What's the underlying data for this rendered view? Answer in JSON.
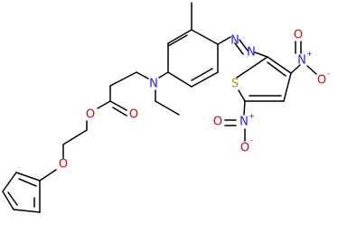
{
  "colors": {
    "bond": "#000000",
    "O": "#e8000a",
    "N": "#1d1dff",
    "S": "#b0a000",
    "background": "#ffffff"
  },
  "atoms": {
    "azo_n1": {
      "label": "N",
      "charge": ""
    },
    "azo_n2": {
      "label": "N",
      "charge": ""
    },
    "amine_n": {
      "label": "N",
      "charge": ""
    },
    "thiophene_s": {
      "label": "S",
      "charge": ""
    },
    "nitro1_n": {
      "label": "N",
      "charge": "+"
    },
    "nitro1_o1": {
      "label": "O",
      "charge": ""
    },
    "nitro1_o2": {
      "label": "O",
      "charge": "-"
    },
    "nitro2_n": {
      "label": "N",
      "charge": "+"
    },
    "nitro2_o1": {
      "label": "O",
      "charge": ""
    },
    "nitro2_o2": {
      "label": "O",
      "charge": "-"
    },
    "ester_o_carbonyl": {
      "label": "O",
      "charge": ""
    },
    "ester_o_link": {
      "label": "O",
      "charge": ""
    },
    "ether_o": {
      "label": "O",
      "charge": ""
    }
  }
}
